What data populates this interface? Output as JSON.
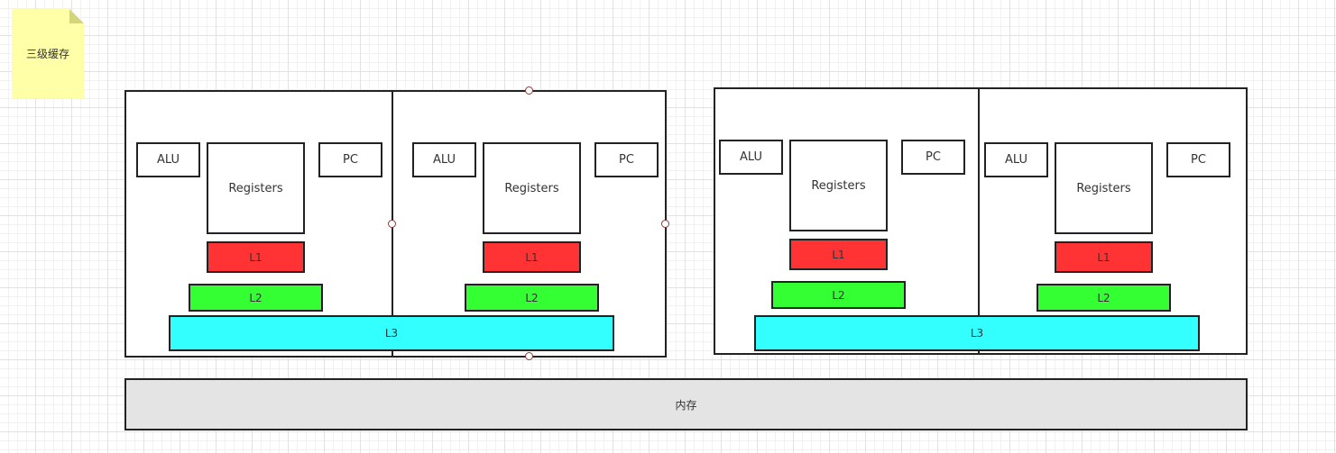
{
  "note": {
    "text": "三级缓存"
  },
  "labels": {
    "alu": "ALU",
    "pc": "PC",
    "registers": "Registers",
    "l1": "L1",
    "l2": "L2",
    "l3": "L3"
  },
  "memory": {
    "label": "内存"
  },
  "colors": {
    "note": "#ffffa8",
    "l1": "#ff3333",
    "l2": "#33ff33",
    "l3": "#33ffff",
    "memory": "#e4e4e4",
    "stroke": "#222222"
  }
}
